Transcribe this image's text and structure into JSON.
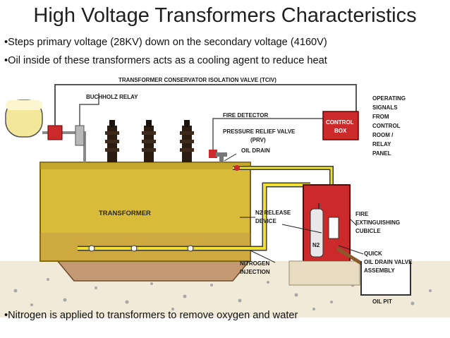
{
  "title": "High Voltage Transformers Characteristics",
  "bullets": [
    "•Steps primary voltage (28KV) down on the secondary voltage (4160V)",
    "•Oil inside of these transformers acts as a cooling agent to reduce heat",
    "•Nitrogen is applied to transformers to remove oxygen and water"
  ],
  "diagram": {
    "conservator_valve_label": "TRANSFORMER CONSERVATOR ISOLATION VALVE (TCIV)",
    "buchholz_label": "BUCHHOLZ RELAY",
    "fire_detector_label": "FIRE DETECTOR",
    "prv_label_1": "PRESSURE RELIEF VALVE",
    "prv_label_2": "(PRV)",
    "oil_drain_label": "OIL DRAIN",
    "control_box_label_1": "CONTROL",
    "control_box_label_2": "BOX",
    "operating_signals_lines": [
      "OPERATING",
      "SIGNALS",
      "FROM",
      "CONTROL",
      "ROOM /",
      "RELAY",
      "PANEL"
    ],
    "transformer_label": "TRANSFORMER",
    "n2_release_lines": [
      "N2 RELEASE",
      "DEVICE"
    ],
    "fire_cubicle_lines": [
      "FIRE",
      "EXTINGUISHING",
      "CUBICLE"
    ],
    "n2_cylinder_label": "N2",
    "quick_valve_lines": [
      "QUICK",
      "OIL DRAIN VALVE",
      "ASSEMBLY"
    ],
    "nitrogen_injection_lines": [
      "NITROGEN",
      "INJECTION"
    ],
    "oil_pit_label": "OIL PIT",
    "colors": {
      "tank": "#d9bb3a",
      "base": "#c49a74",
      "cubicle": "#cc2a2a",
      "pipe_yellow": "#f0e030",
      "conservator": "#f3e79a"
    }
  }
}
